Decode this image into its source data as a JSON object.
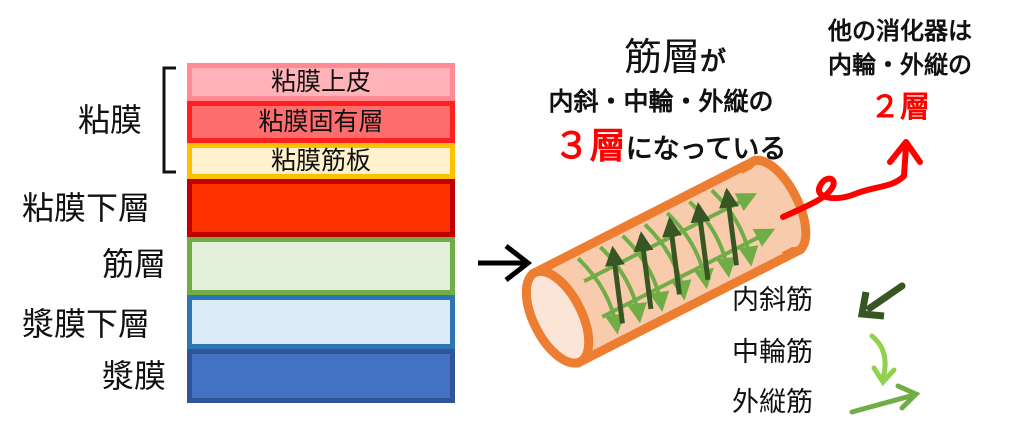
{
  "labels": {
    "mucosa": "粘膜",
    "submucosa": "粘膜下層",
    "muscle_layer": "筋層",
    "subserosa": "漿膜下層",
    "serosa": "漿膜"
  },
  "layers": {
    "epithelium": "粘膜上皮",
    "lamina_propria": "粘膜固有層",
    "muscularis_mucosae": "粘膜筋板"
  },
  "center_text": {
    "title_main": "筋層",
    "title_suffix": "が",
    "line2": "内斜・中輪・外縦の",
    "number": "３",
    "layer_word": "層",
    "line3_rest": "になっている"
  },
  "right_text": {
    "line1": "他の消化器は",
    "line2": "内輪・外縦の",
    "number": "２",
    "layer_word": "層"
  },
  "muscles": {
    "inner_oblique": "内斜筋",
    "middle_circular": "中輪筋",
    "outer_longitudinal": "外縦筋"
  },
  "colors": {
    "epithelium_fill": "#FFB3B8",
    "epithelium_border": "#FF8A94",
    "lamina_fill": "#FF6E6E",
    "lamina_border": "#FF2020",
    "muscularis_fill": "#FFF2CC",
    "muscularis_border": "#FFC000",
    "submucosa_fill": "#FF3300",
    "submucosa_border": "#C00000",
    "muscle_fill": "#E2EFDA",
    "muscle_border": "#70AD47",
    "subserosa_fill": "#DDEBF7",
    "subserosa_border": "#2E75B6",
    "serosa_fill": "#4472C4",
    "serosa_border": "#2F5597",
    "red_accent": "#FF0000",
    "tube_fill": "#F8CBAD",
    "tube_border": "#ED7D31",
    "dark_green": "#375623",
    "light_green": "#70AD47"
  }
}
